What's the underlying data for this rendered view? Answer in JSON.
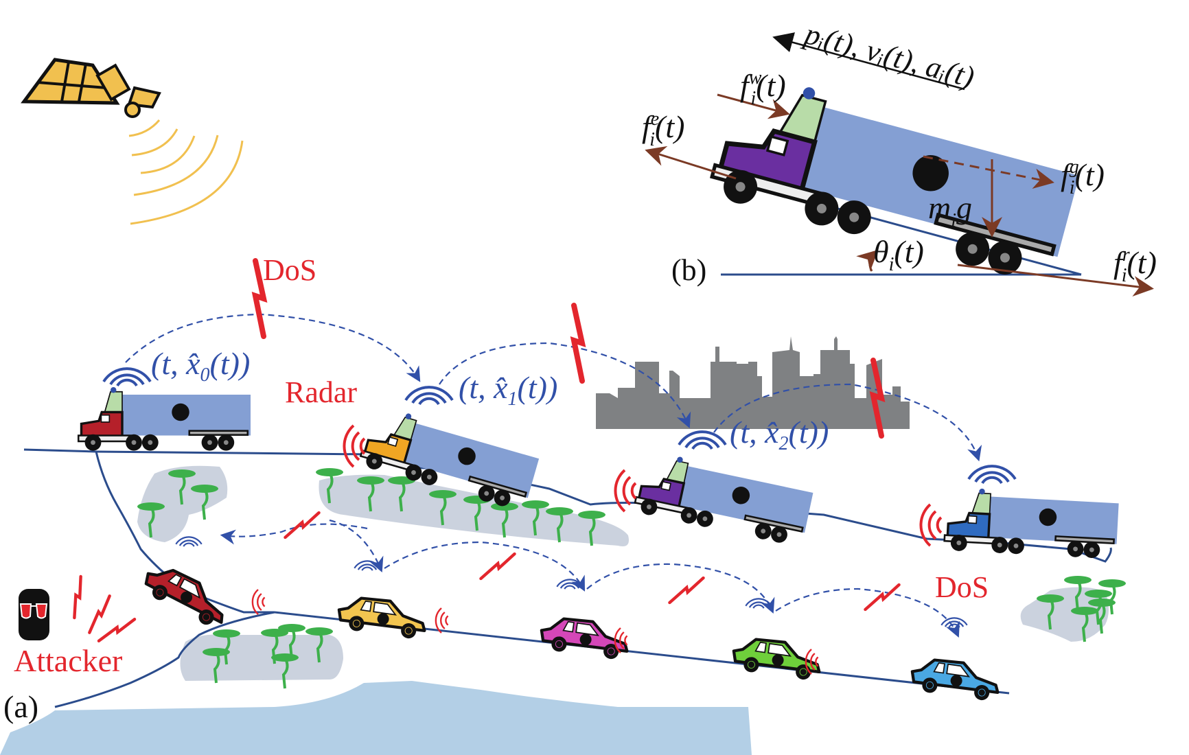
{
  "colors": {
    "road": "#2b4c8c",
    "trailer": "#849fd3",
    "skyline": "#7f8183",
    "ground": "#cbd2de",
    "water": "#b3cfe6",
    "plant": "#3db04b",
    "attack": "#e3262d",
    "wifi": "#3150a8",
    "satellite": "#f1c04f",
    "force": "#7b3a25"
  },
  "panel_a": {
    "label": "(a)",
    "attacker_label": "Attacker",
    "dos_label_top": "DoS",
    "dos_label_bottom": "DoS",
    "radar_label": "Radar",
    "broadcast": [
      {
        "t": "(t, ",
        "x": "x̂",
        "sub": "0",
        "end": "(t))"
      },
      {
        "t": "(t, ",
        "x": "x̂",
        "sub": "1",
        "end": "(t))"
      },
      {
        "t": "(t, ",
        "x": "x̂",
        "sub": "2",
        "end": "(t))"
      }
    ],
    "trucks": [
      {
        "cab_color": "#b5202a"
      },
      {
        "cab_color": "#f0a623"
      },
      {
        "cab_color": "#6a2fa0"
      },
      {
        "cab_color": "#2f6bc0"
      }
    ],
    "cars": [
      {
        "color": "#b5202a"
      },
      {
        "color": "#f2c550"
      },
      {
        "color": "#d447b8"
      },
      {
        "color": "#6fcf3b"
      },
      {
        "color": "#4aa8e3"
      }
    ]
  },
  "panel_b": {
    "label": "(b)",
    "state_label": "pᵢ(t), vᵢ(t), aᵢ(t)",
    "f_w": "f",
    "f_w_sup": "w",
    "f_e": "f",
    "f_e_sup": "e",
    "f_g": "f",
    "f_g_sup": "g",
    "f_r": "f",
    "f_r_sup": "r",
    "sub_i": "i",
    "t_arg": "(t)",
    "mg": "m",
    "mg_g": "g",
    "theta": "θ",
    "truck_cab_color": "#6a2fa0"
  }
}
